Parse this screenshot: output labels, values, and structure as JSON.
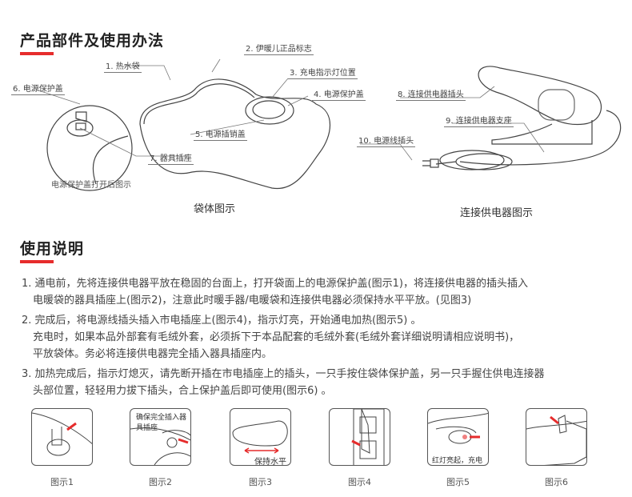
{
  "section1": {
    "title": "产品部件及使用办法",
    "labels": {
      "l1": "1. 热水袋",
      "l2": "2. 伊暖儿正品标志",
      "l3": "3. 充电指示灯位置",
      "l4": "4. 电源保护盖",
      "l5": "5. 电源插销盖",
      "l6": "6. 电源保护盖",
      "l7": "7. 器具插座",
      "l8": "8. 连接供电器插头",
      "l9": "9. 连接供电器支座",
      "l10": "10. 电源线插头"
    },
    "inset_caption": "电源保护盖打开后图示",
    "bag_caption": "袋体图示",
    "charger_caption": "连接供电器图示"
  },
  "section2": {
    "title": "使用说明",
    "steps": [
      [
        "1.  通电前，先将连接供电器平放在稳固的台面上，打开袋面上的电源保护盖(图示1)，将连接供电器的插头插入",
        "电暖袋的器具插座上(图示2)，注意此时暖手器/电暖袋和连接供电器必须保持水平平放。(见图3)"
      ],
      [
        "2. 完成后，将电源线插头插入市电插座上(图示4)，指示灯亮，开始通电加热(图示5) 。",
        "充电时，如果本品外部套有毛绒外套，必须拆下于本品配套的毛绒外套(毛绒外套详细说明请相应说明书)，",
        "平放袋体。务必将连接供电器完全插入器具插座内。"
      ],
      [
        "3. 加热完成后，指示灯熄灭，请先断开插在市电插座上的插头，一只手按住袋体保护盖，另一只手握住供电连接器",
        "头部位置，轻轻用力拔下插头，合上保护盖后即可使用(图示6) 。"
      ]
    ]
  },
  "figures": [
    {
      "caption": "图示1",
      "note": ""
    },
    {
      "caption": "图示2",
      "note": "确保完全插入器具插座"
    },
    {
      "caption": "图示3",
      "note": "保持水平"
    },
    {
      "caption": "图示4",
      "note": ""
    },
    {
      "caption": "图示5",
      "note": "红灯亮起，充电开始"
    },
    {
      "caption": "图示6",
      "note": ""
    }
  ],
  "colors": {
    "accent": "#e62c2c",
    "line": "#555555"
  }
}
